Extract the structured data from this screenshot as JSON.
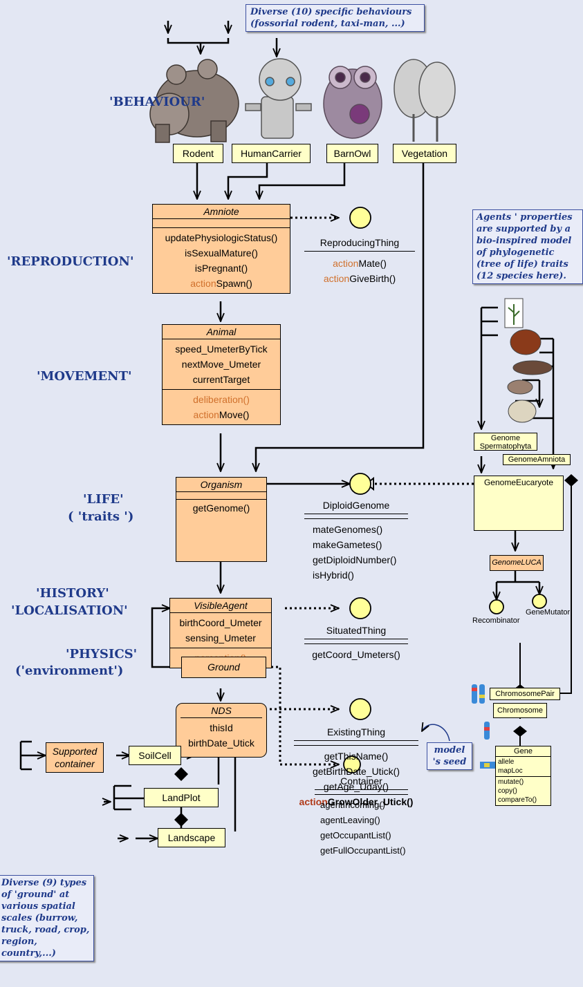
{
  "notes": {
    "behaviours": "Diverse (10) specific behaviours (fossorial rodent, taxi-man, ...)",
    "phylogeny": "Agents ' properties are supported by a bio-inspired model of phylogenetic (tree of life) traits (12 species here).",
    "grounds": "Diverse (9) types of 'ground' at various spatial scales (burrow, truck, road, crop, region, country,...)",
    "seed": "model 's seed"
  },
  "layers": {
    "behaviour": "'BEHAVIOUR'",
    "reproduction": "'REPRODUCTION'",
    "movement": "'MOVEMENT'",
    "life": "'LIFE'",
    "life_sub": "( 'traits ')",
    "localisation": "'LOCALISATION'",
    "history": "'HISTORY'",
    "physics": "'PHYSICS'",
    "physics_sub": "('environment')"
  },
  "behaviours": [
    "Rodent",
    "HumanCarrier",
    "BarnOwl",
    "Vegetation"
  ],
  "classes": {
    "amniote": {
      "name": "Amniote",
      "ops": [
        "updatePhysiologicStatus()",
        "isSexualMature()",
        "isPregnant()"
      ],
      "action_prefix": "action",
      "action_name": "Spawn()"
    },
    "animal": {
      "name": "Animal",
      "attrs": [
        "speed_UmeterByTick",
        "nextMove_Umeter",
        "currentTarget"
      ],
      "op": "deliberation()",
      "action_prefix": "action",
      "action_name": "Move()"
    },
    "organism": {
      "name": "Organism",
      "op": "getGenome()"
    },
    "visible_agent": {
      "name": "VisibleAgent",
      "attrs": [
        "birthCoord_Umeter",
        "sensing_Umeter"
      ],
      "op": "perception()"
    },
    "nds": {
      "name": "NDS",
      "attrs": [
        "thisId",
        "birthDate_Utick"
      ]
    },
    "ground": {
      "name": "Ground"
    }
  },
  "interfaces": {
    "reproducing": {
      "name": "ReproducingThing",
      "ops": [
        [
          "action",
          "Mate()"
        ],
        [
          "action",
          "GiveBirth()"
        ]
      ]
    },
    "diploid": {
      "name": "DiploidGenome",
      "ops": [
        "mateGenomes()",
        "makeGametes()",
        "getDiploidNumber()",
        "isHybrid()"
      ]
    },
    "situated": {
      "name": "SituatedThing",
      "ops": [
        "getCoord_Umeters()"
      ]
    },
    "existing": {
      "name": "ExistingThing",
      "ops": [
        "getThisName()",
        "getBirthDate_Utick()",
        "getAge_Uday()"
      ],
      "action_prefix": "action",
      "action_name": "GrowOlder_Utick()"
    },
    "container": {
      "name": "Container",
      "ops": [
        "agentIncoming()",
        "agentLeaving()",
        "getOccupantList()",
        "getFullOccupantList()"
      ]
    }
  },
  "grounds": {
    "supported": "Supported container",
    "soilcell": "SoilCell",
    "landplot": "LandPlot",
    "landscape": "Landscape"
  },
  "genome": {
    "spermatophyta": "Genome Spermatophyta",
    "amniota": "GenomeAmniota",
    "eucaryote": "GenomeEucaryote",
    "luca": "GenomeLUCA",
    "recombinator": "Recombinator",
    "mutator": "GeneMutator",
    "chromosome_pair": "ChromosomePair",
    "chromosome": "Chromosome",
    "gene": {
      "name": "Gene",
      "attrs": [
        "allele",
        "mapLoc"
      ],
      "ops": [
        "mutate()",
        "copy()",
        "compareTo()"
      ]
    }
  }
}
